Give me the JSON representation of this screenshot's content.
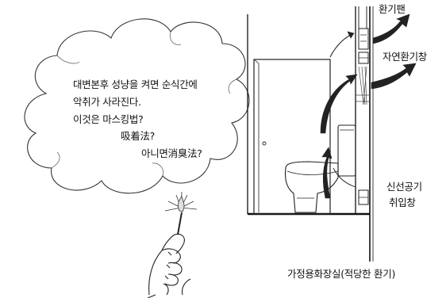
{
  "speech_bubble": {
    "lines": [
      "대변본후 성냥을 켜면 순식간에",
      "악취가 사라진다.",
      "이것은 마스킹법?",
      "吸着法?",
      "아니면消臭法?"
    ]
  },
  "labels": {
    "vent_fan": "환기팬",
    "natural_vent_window": "자연환기창",
    "fresh_air_intake_line1": "신선공기",
    "fresh_air_intake_line2": "취입창",
    "caption": "가정용화장실(적당한 환기)"
  }
}
